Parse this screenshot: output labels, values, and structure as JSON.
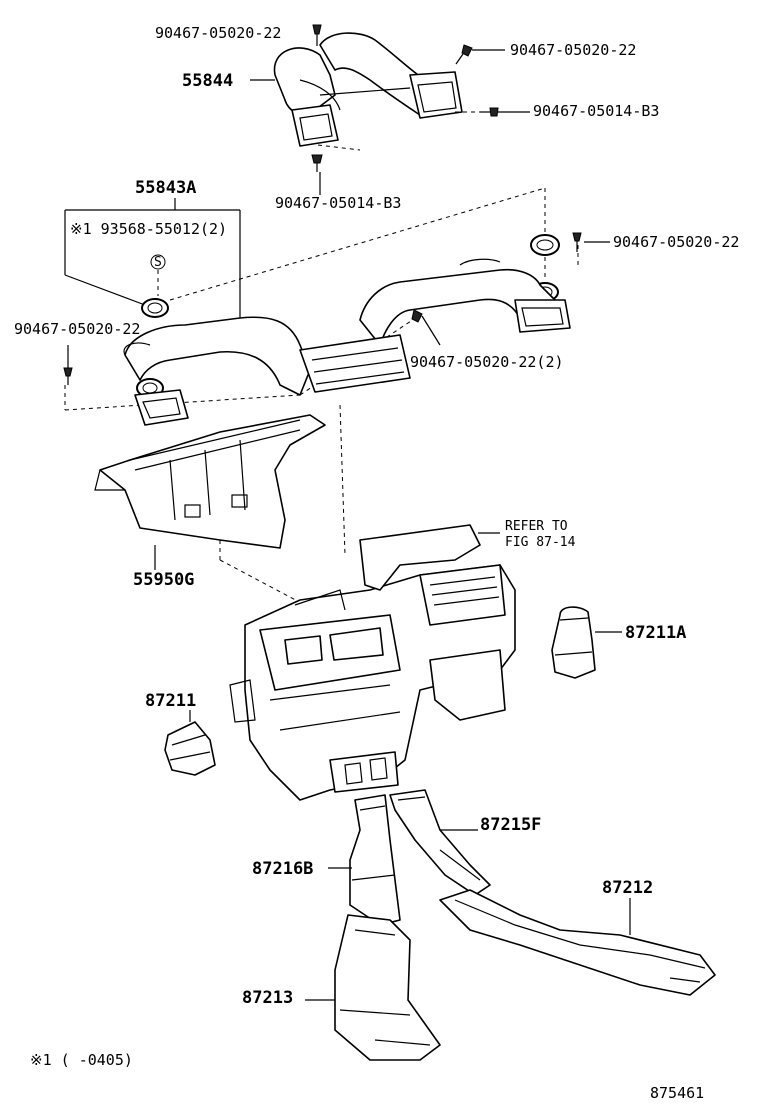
{
  "labels": {
    "screw_top_left": "90467-05020-22",
    "screw_top_right": "90467-05020-22",
    "screw_b3_right": "90467-05014-B3",
    "screw_b3_bottom": "90467-05014-B3",
    "duct_55844": "55844",
    "duct_55843a": "55843A",
    "seal_note": "※1 93568-55012(2)",
    "seal_symbol": "S",
    "screw_right_mid": "90467-05020-22",
    "screw_left_mid": "90467-05020-22",
    "screw_center_2": "90467-05020-22(2)",
    "refer_line1": "REFER TO",
    "refer_line2": "FIG 87-14",
    "duct_55950g": "55950G",
    "duct_87211a": "87211A",
    "duct_87211": "87211",
    "duct_87215f": "87215F",
    "duct_87216b": "87216B",
    "duct_87212": "87212",
    "duct_87213": "87213",
    "footnote": "※1 (    -0405)",
    "figure_number": "875461"
  }
}
